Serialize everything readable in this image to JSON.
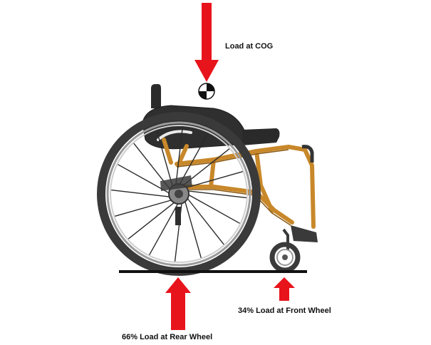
{
  "labels": {
    "cog": "Load at COG",
    "front": "34% Load at Front Wheel",
    "rear": "66% Load at Rear Wheel"
  },
  "colors": {
    "arrow": "#e8141c",
    "frame": "#c8882a",
    "tire": "#3a3a3a",
    "seat": "#2b2b2b",
    "ground": "#111111"
  },
  "load_split": {
    "rear_wheel_percent": 66,
    "front_wheel_percent": 34
  },
  "icons": [
    "center-of-gravity-icon",
    "wheelchair-illustration"
  ]
}
